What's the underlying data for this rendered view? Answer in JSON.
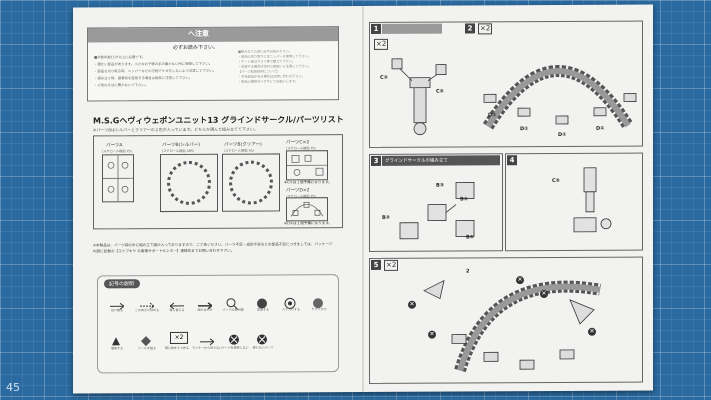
{
  "mat": {
    "corner_number": "45"
  },
  "caution": {
    "title": "へ注意",
    "subtitle": "必ずお読み下さい。",
    "lines": [
      "■対象年齢15才以上に必要です。",
      "・細かい部品があります。小さなお子様の手の届かない所に保管して下さい。",
      "・部品を切り取る時、ニッパーなどの刃物でケガをしないよう注意して下さい。",
      "・組み立て時、接着剤を使用する場合は換気に注意して下さい。",
      "・火気のそばに置かないで下さい。"
    ]
  },
  "top_right_lines": [
    "■組み立ての前に必ずお読み下さい。",
    "・部品の切り取りにはニッパーを使用して下さい。",
    "・ゲート跡はヤスリ等で整えて下さい。",
    "・塗装する場合は塗料の取扱いに注意して下さい。",
    "【パーツ取扱説明について】",
    "・不足部品がある場合はお問い合わせ下さい。",
    "・部品の請求はハガキにてお願いします。"
  ],
  "product": {
    "title": "M.S.Gヘヴィウェポンユニット13 グラインドサークル/パーツリスト",
    "note": "※パーツBはシルバーとクリアーの２色が入っています。どちらか選んで組み立てて下さい。"
  },
  "parts": {
    "a_label": "パーツA",
    "a_sub": "(スチロール樹脂 PS)",
    "b_silver_label": "パーツB(シルバー)",
    "b_silver_sub": "(スチロール樹脂 ABS)",
    "b_clear_label": "パーツB(クリアー)",
    "b_clear_sub": "(スチロール樹脂 AS)",
    "c_label": "パーツC×2",
    "c_sub": "(スチロール樹脂 PS)",
    "c_note": "※C①は１個予備になります。",
    "d_label": "パーツD×2",
    "d_sub": "(スチロール樹脂 PS)",
    "d_note": "※D①は１個予備になります。"
  },
  "bottom_note": "※本製品は、パーツ袋の中に組み立て図が入っておりますので、ご了承ください。パーツ不足・成形不良などの部品不足につきましては、パッケージ内部に記載の【コトブキヤ お客様サポートセンター】連絡先までお問い合わせ下さい。",
  "legend": {
    "title": "記号の説明",
    "row1": [
      {
        "label": "切り取る",
        "icon": "nipper-icon"
      },
      {
        "label": "この向きにはめる",
        "icon": "arrow-icon"
      },
      {
        "label": "差し替える",
        "icon": "swap-arrow-icon"
      },
      {
        "label": "組み合わせ",
        "icon": "arrow-right-icon"
      },
      {
        "label": "パーツの拡大図",
        "icon": "magnifier-icon"
      },
      {
        "label": "塗装する",
        "icon": "paint-icon"
      },
      {
        "label": "スミ入れする",
        "icon": "ink-icon"
      },
      {
        "label": "ヤスリがけ",
        "icon": "file-icon"
      }
    ],
    "row2": [
      {
        "label": "接着する",
        "icon": "glue-icon"
      },
      {
        "label": "シールを貼る",
        "icon": "sticker-icon"
      },
      {
        "label": "同じ物を２つ作る",
        "icon": "x2-icon",
        "text": "×2"
      },
      {
        "label": "ランナーから切らない",
        "icon": "keep-icon"
      },
      {
        "label": "パーツを使用しない",
        "icon": "unused-icon"
      },
      {
        "label": "使わないパーツ",
        "icon": "x-icon"
      }
    ]
  },
  "steps": [
    {
      "number": "1",
      "multiplier": "×2"
    },
    {
      "number": "2",
      "multiplier": "×2"
    },
    {
      "number": "3",
      "caption": "グラインドサークルの組み立て"
    },
    {
      "number": "4"
    },
    {
      "number": "5",
      "multiplier": "×2"
    }
  ],
  "callouts": {
    "s1": [
      "C②",
      "C④"
    ],
    "s2": [
      "D①",
      "D①",
      "D①",
      "D①"
    ],
    "s3": [
      "B③",
      "B①",
      "B②",
      "B①"
    ],
    "s4": [
      "C⑤"
    ],
    "s5": [
      "2"
    ]
  }
}
